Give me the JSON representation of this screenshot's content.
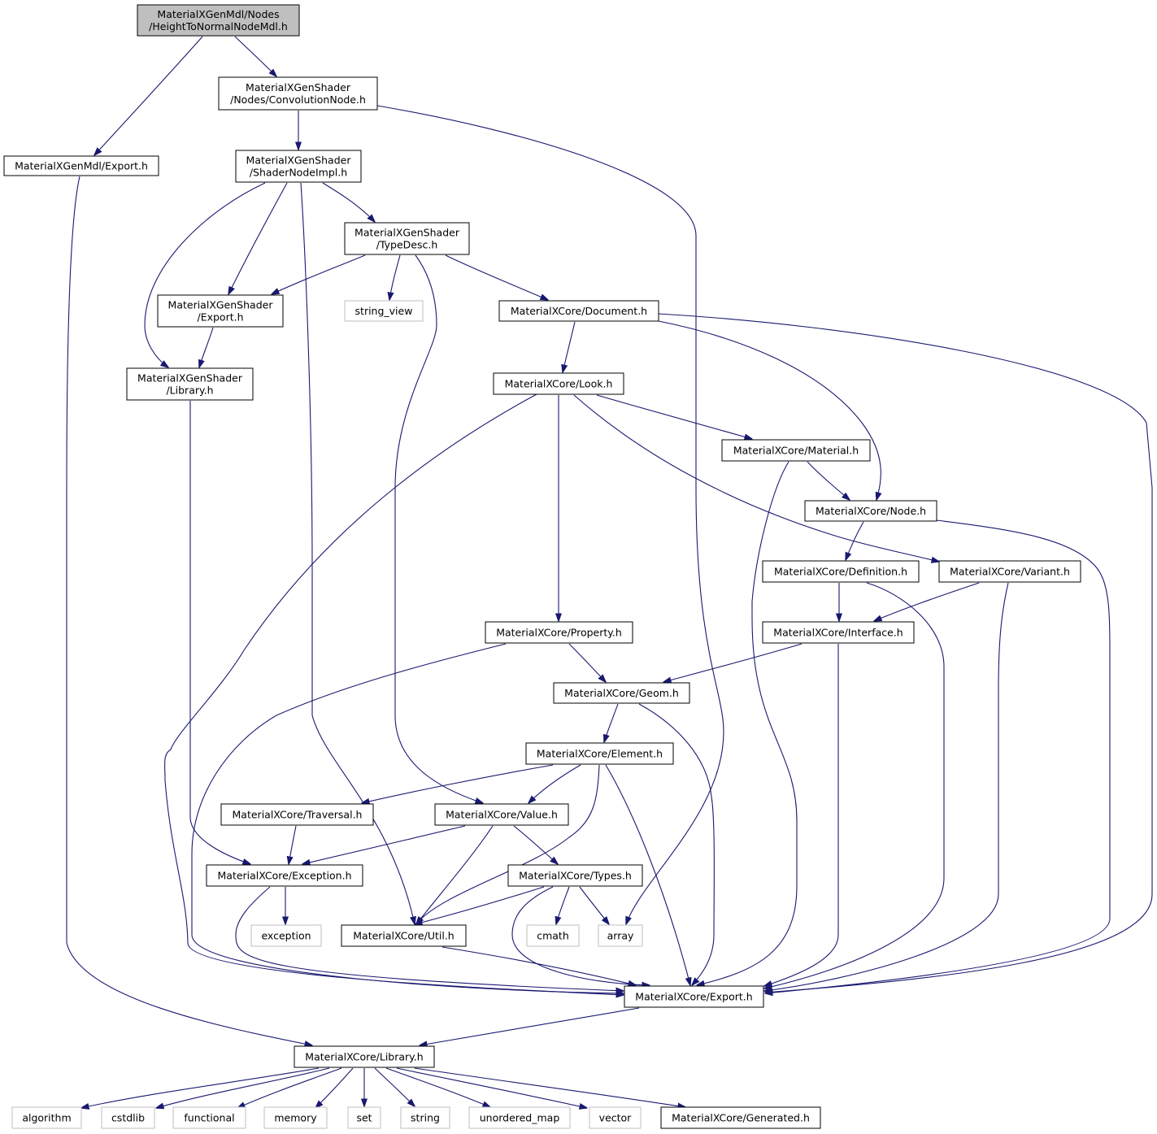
{
  "colors": {
    "edge": "#191970",
    "node_border": "#000000",
    "external_border": "#bfbfbf",
    "root_fill": "#bfbfbf",
    "node_fill": "#ffffff"
  },
  "nodes": [
    {
      "id": "root",
      "lines": [
        "MaterialXGenMdl/Nodes",
        "/HeightToNormalNodeMdl.h"
      ],
      "kind": "root"
    },
    {
      "id": "convolution",
      "lines": [
        "MaterialXGenShader",
        "/Nodes/ConvolutionNode.h"
      ],
      "kind": "header"
    },
    {
      "id": "genmdl_export",
      "lines": [
        "MaterialXGenMdl/Export.h"
      ],
      "kind": "header"
    },
    {
      "id": "shadernodeimpl",
      "lines": [
        "MaterialXGenShader",
        "/ShaderNodeImpl.h"
      ],
      "kind": "header"
    },
    {
      "id": "typedesc",
      "lines": [
        "MaterialXGenShader",
        "/TypeDesc.h"
      ],
      "kind": "header"
    },
    {
      "id": "genshader_export",
      "lines": [
        "MaterialXGenShader",
        "/Export.h"
      ],
      "kind": "header"
    },
    {
      "id": "string_view",
      "lines": [
        "string_view"
      ],
      "kind": "external"
    },
    {
      "id": "document",
      "lines": [
        "MaterialXCore/Document.h"
      ],
      "kind": "header"
    },
    {
      "id": "genshader_library",
      "lines": [
        "MaterialXGenShader",
        "/Library.h"
      ],
      "kind": "header"
    },
    {
      "id": "look",
      "lines": [
        "MaterialXCore/Look.h"
      ],
      "kind": "header"
    },
    {
      "id": "material",
      "lines": [
        "MaterialXCore/Material.h"
      ],
      "kind": "header"
    },
    {
      "id": "node",
      "lines": [
        "MaterialXCore/Node.h"
      ],
      "kind": "header"
    },
    {
      "id": "definition",
      "lines": [
        "MaterialXCore/Definition.h"
      ],
      "kind": "header"
    },
    {
      "id": "variant",
      "lines": [
        "MaterialXCore/Variant.h"
      ],
      "kind": "header"
    },
    {
      "id": "property",
      "lines": [
        "MaterialXCore/Property.h"
      ],
      "kind": "header"
    },
    {
      "id": "interface",
      "lines": [
        "MaterialXCore/Interface.h"
      ],
      "kind": "header"
    },
    {
      "id": "geom",
      "lines": [
        "MaterialXCore/Geom.h"
      ],
      "kind": "header"
    },
    {
      "id": "element",
      "lines": [
        "MaterialXCore/Element.h"
      ],
      "kind": "header"
    },
    {
      "id": "traversal",
      "lines": [
        "MaterialXCore/Traversal.h"
      ],
      "kind": "header"
    },
    {
      "id": "value",
      "lines": [
        "MaterialXCore/Value.h"
      ],
      "kind": "header"
    },
    {
      "id": "exception_h",
      "lines": [
        "MaterialXCore/Exception.h"
      ],
      "kind": "header"
    },
    {
      "id": "types",
      "lines": [
        "MaterialXCore/Types.h"
      ],
      "kind": "header"
    },
    {
      "id": "exception",
      "lines": [
        "exception"
      ],
      "kind": "external"
    },
    {
      "id": "util",
      "lines": [
        "MaterialXCore/Util.h"
      ],
      "kind": "header"
    },
    {
      "id": "cmath",
      "lines": [
        "cmath"
      ],
      "kind": "external"
    },
    {
      "id": "array",
      "lines": [
        "array"
      ],
      "kind": "external"
    },
    {
      "id": "core_export",
      "lines": [
        "MaterialXCore/Export.h"
      ],
      "kind": "header"
    },
    {
      "id": "core_library",
      "lines": [
        "MaterialXCore/Library.h"
      ],
      "kind": "header"
    },
    {
      "id": "algorithm",
      "lines": [
        "algorithm"
      ],
      "kind": "external"
    },
    {
      "id": "cstdlib",
      "lines": [
        "cstdlib"
      ],
      "kind": "external"
    },
    {
      "id": "functional",
      "lines": [
        "functional"
      ],
      "kind": "external"
    },
    {
      "id": "memory",
      "lines": [
        "memory"
      ],
      "kind": "external"
    },
    {
      "id": "set",
      "lines": [
        "set"
      ],
      "kind": "external"
    },
    {
      "id": "string",
      "lines": [
        "string"
      ],
      "kind": "external"
    },
    {
      "id": "unordered_map",
      "lines": [
        "unordered_map"
      ],
      "kind": "external"
    },
    {
      "id": "vector",
      "lines": [
        "vector"
      ],
      "kind": "external"
    },
    {
      "id": "generated",
      "lines": [
        "MaterialXCore/Generated.h"
      ],
      "kind": "header"
    }
  ],
  "edges": [
    {
      "from": "root",
      "to": "genmdl_export"
    },
    {
      "from": "root",
      "to": "convolution"
    },
    {
      "from": "convolution",
      "to": "shadernodeimpl"
    },
    {
      "from": "convolution",
      "to": "array"
    },
    {
      "from": "genmdl_export",
      "to": "core_library"
    },
    {
      "from": "shadernodeimpl",
      "to": "genshader_library"
    },
    {
      "from": "shadernodeimpl",
      "to": "genshader_export"
    },
    {
      "from": "shadernodeimpl",
      "to": "util"
    },
    {
      "from": "shadernodeimpl",
      "to": "typedesc"
    },
    {
      "from": "typedesc",
      "to": "genshader_export"
    },
    {
      "from": "typedesc",
      "to": "string_view"
    },
    {
      "from": "typedesc",
      "to": "value"
    },
    {
      "from": "typedesc",
      "to": "document"
    },
    {
      "from": "genshader_export",
      "to": "genshader_library"
    },
    {
      "from": "genshader_library",
      "to": "exception_h"
    },
    {
      "from": "document",
      "to": "look"
    },
    {
      "from": "document",
      "to": "node"
    },
    {
      "from": "document",
      "to": "core_export"
    },
    {
      "from": "look",
      "to": "core_export"
    },
    {
      "from": "look",
      "to": "property"
    },
    {
      "from": "look",
      "to": "material"
    },
    {
      "from": "look",
      "to": "variant"
    },
    {
      "from": "material",
      "to": "node"
    },
    {
      "from": "material",
      "to": "core_export"
    },
    {
      "from": "node",
      "to": "definition"
    },
    {
      "from": "node",
      "to": "core_export"
    },
    {
      "from": "definition",
      "to": "interface"
    },
    {
      "from": "definition",
      "to": "core_export"
    },
    {
      "from": "variant",
      "to": "interface"
    },
    {
      "from": "variant",
      "to": "core_export"
    },
    {
      "from": "property",
      "to": "geom"
    },
    {
      "from": "property",
      "to": "core_export"
    },
    {
      "from": "interface",
      "to": "geom"
    },
    {
      "from": "interface",
      "to": "core_export"
    },
    {
      "from": "geom",
      "to": "element"
    },
    {
      "from": "geom",
      "to": "core_export"
    },
    {
      "from": "element",
      "to": "traversal"
    },
    {
      "from": "element",
      "to": "value"
    },
    {
      "from": "element",
      "to": "util"
    },
    {
      "from": "element",
      "to": "core_export"
    },
    {
      "from": "traversal",
      "to": "exception_h"
    },
    {
      "from": "value",
      "to": "exception_h"
    },
    {
      "from": "value",
      "to": "util"
    },
    {
      "from": "value",
      "to": "types"
    },
    {
      "from": "exception_h",
      "to": "exception"
    },
    {
      "from": "exception_h",
      "to": "core_export"
    },
    {
      "from": "types",
      "to": "util"
    },
    {
      "from": "types",
      "to": "cmath"
    },
    {
      "from": "types",
      "to": "array"
    },
    {
      "from": "types",
      "to": "core_export"
    },
    {
      "from": "util",
      "to": "core_export"
    },
    {
      "from": "core_export",
      "to": "core_library"
    },
    {
      "from": "core_library",
      "to": "algorithm"
    },
    {
      "from": "core_library",
      "to": "cstdlib"
    },
    {
      "from": "core_library",
      "to": "functional"
    },
    {
      "from": "core_library",
      "to": "memory"
    },
    {
      "from": "core_library",
      "to": "set"
    },
    {
      "from": "core_library",
      "to": "string"
    },
    {
      "from": "core_library",
      "to": "unordered_map"
    },
    {
      "from": "core_library",
      "to": "vector"
    },
    {
      "from": "core_library",
      "to": "generated"
    }
  ]
}
